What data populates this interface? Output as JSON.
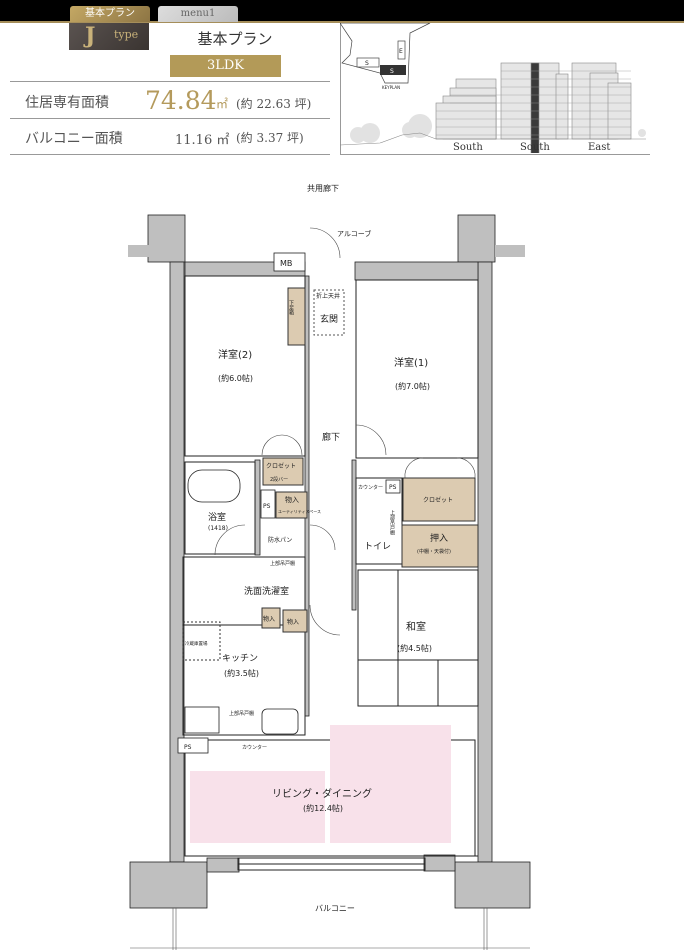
{
  "tabs": [
    {
      "label": "基本プラン",
      "active": true
    },
    {
      "label": "menu1",
      "active": false
    }
  ],
  "type_badge": {
    "letter": "J",
    "word": "type"
  },
  "plan": {
    "title": "基本プラン",
    "layout": "3LDK"
  },
  "area": {
    "label": "住居専有面積",
    "value": "74.84",
    "unit": "㎡",
    "tsubo": "(約 22.63 坪)"
  },
  "balcony_area": {
    "label": "バルコニー面積",
    "value": "11.16 ㎡",
    "tsubo": "(約 3.37 坪)"
  },
  "keyplan": {
    "label": "KEYPLAN",
    "blocks": [
      "S",
      "S",
      "E"
    ]
  },
  "buildings": [
    "South",
    "South",
    "East"
  ],
  "floorplan": {
    "corridor": "共用廊下",
    "alcove": "アルコーブ",
    "mb": "MB",
    "shoe": "下足箱",
    "ceiling": "折上天井",
    "entrance": "玄関",
    "room2": {
      "name": "洋室(2)",
      "size": "(約6.0帖)"
    },
    "room1": {
      "name": "洋室(1)",
      "size": "(約7.0帖)"
    },
    "hall": "廊下",
    "closet_a": "クロゼット",
    "bar": "2段バー",
    "ps": "PS",
    "storage_utility": "物入",
    "utility_space": "ユーティリティスペース",
    "bath": {
      "name": "浴室",
      "size": "(1418)"
    },
    "pan": "防水パン",
    "upper_cab": "上部吊戸棚",
    "washroom": "洗面洗濯室",
    "storage": "物入",
    "fridge": "冷蔵庫置場",
    "kitchen": {
      "name": "キッチン",
      "size": "(約3.5帖)"
    },
    "counter": "カウンター",
    "toilet": "トイレ",
    "toilet_upper": "上部吊戸棚",
    "closet_b": "クロゼット",
    "oshiire": {
      "name": "押入",
      "note": "(中棚・天袋付)"
    },
    "washitsu": {
      "name": "和室",
      "size": "(約4.5帖)"
    },
    "ld": {
      "name": "リビング・ダイニング",
      "size": "(約12.4帖)"
    },
    "balcony": "バルコニー"
  }
}
